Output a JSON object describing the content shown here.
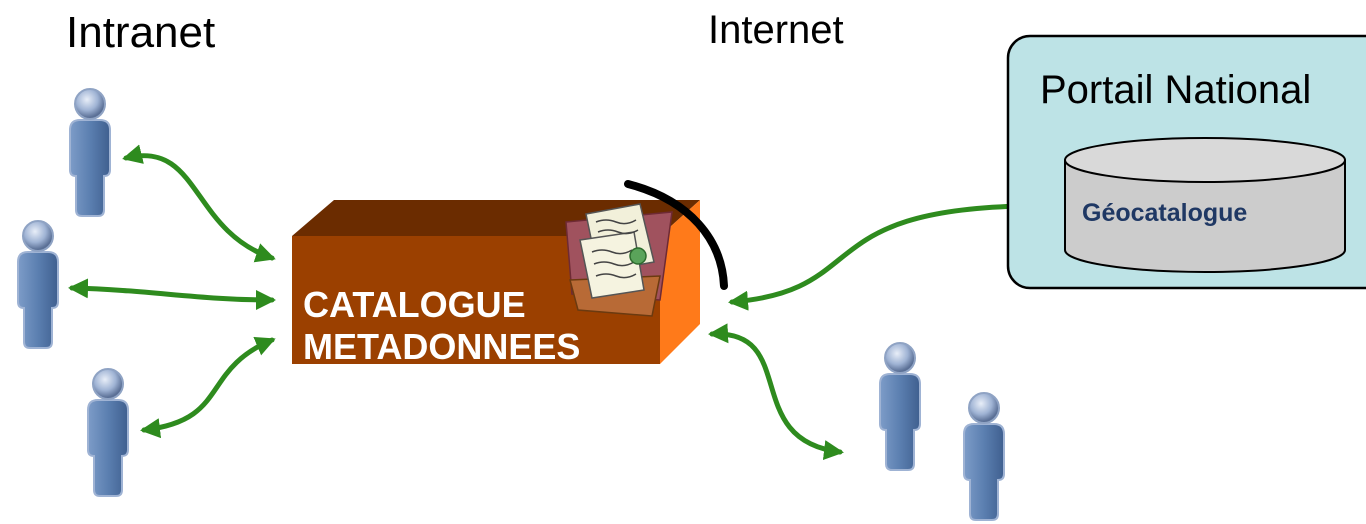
{
  "labels": {
    "intranet": "Intranet",
    "internet": "Internet",
    "portal": "Portail National",
    "geocatalogue": "Géocatalogue",
    "catalog_line1": "CATALOGUE",
    "catalog_line2": "METADONNEES"
  },
  "colors": {
    "arrow": "#2e8b1e",
    "box_front": "#9b4000",
    "box_top": "#6b2c00",
    "box_side": "#ff7a1a",
    "portal_fill": "#bde3e6",
    "cylinder_fill": "#cccccc",
    "person_body": "#5b7fb0",
    "firewall_arc": "#000000"
  },
  "icons": [
    "person-icon",
    "documents-icon",
    "database-cylinder-icon",
    "firewall-arc"
  ]
}
